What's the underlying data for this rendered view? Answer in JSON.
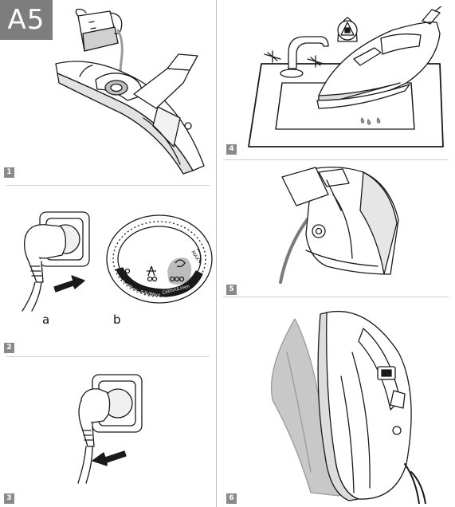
{
  "section_label": "A5",
  "panels": [
    {
      "step": "1"
    },
    {
      "step": "2",
      "captions": {
        "a": "a",
        "b": "b"
      }
    },
    {
      "step": "3"
    },
    {
      "step": "4"
    },
    {
      "step": "5"
    },
    {
      "step": "6"
    }
  ],
  "dial": {
    "labels": [
      "Cotton/Linen",
      "Silk/Wool",
      "Synthetic"
    ],
    "max_label": "MAX"
  },
  "colors": {
    "badge_bg": "#7d7d7d",
    "step_bg": "#8a8a8a",
    "line": "#1a1a1a",
    "shade": "#c8c8c8"
  },
  "icons": [
    "water-jug-icon",
    "iron-icon",
    "plug-icon",
    "socket-icon",
    "arrow-icon",
    "temperature-dial-icon",
    "sink-icon",
    "faucet-icon",
    "warning-triangle-icon",
    "fabric-icon"
  ]
}
